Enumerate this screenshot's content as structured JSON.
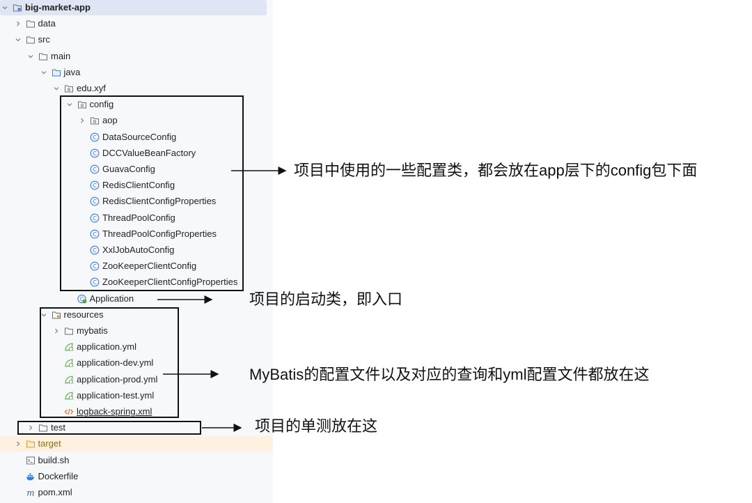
{
  "tree": [
    {
      "label": "big-market-app",
      "icon": "module-folder-icon",
      "chevron": "down",
      "depth": 0,
      "bold": true,
      "root": true
    },
    {
      "label": "data",
      "icon": "folder-icon",
      "chevron": "right",
      "depth": 1
    },
    {
      "label": "src",
      "icon": "folder-icon",
      "chevron": "down",
      "depth": 1
    },
    {
      "label": "main",
      "icon": "folder-icon",
      "chevron": "down",
      "depth": 2
    },
    {
      "label": "java",
      "icon": "source-folder-icon",
      "chevron": "down",
      "depth": 3
    },
    {
      "label": "edu.xyf",
      "icon": "package-icon",
      "chevron": "down",
      "depth": 4
    },
    {
      "label": "config",
      "icon": "package-icon",
      "chevron": "down",
      "depth": 5
    },
    {
      "label": "aop",
      "icon": "package-icon",
      "chevron": "right",
      "depth": 6
    },
    {
      "label": "DataSourceConfig",
      "icon": "class-icon",
      "depth": 6
    },
    {
      "label": "DCCValueBeanFactory",
      "icon": "class-icon",
      "depth": 6
    },
    {
      "label": "GuavaConfig",
      "icon": "class-icon",
      "depth": 6
    },
    {
      "label": "RedisClientConfig",
      "icon": "class-icon",
      "depth": 6
    },
    {
      "label": "RedisClientConfigProperties",
      "icon": "class-icon",
      "depth": 6
    },
    {
      "label": "ThreadPoolConfig",
      "icon": "class-icon",
      "depth": 6
    },
    {
      "label": "ThreadPoolConfigProperties",
      "icon": "class-icon",
      "depth": 6
    },
    {
      "label": "XxlJobAutoConfig",
      "icon": "class-icon",
      "depth": 6
    },
    {
      "label": "ZooKeeperClientConfig",
      "icon": "class-icon",
      "depth": 6
    },
    {
      "label": "ZooKeeperClientConfigProperties",
      "icon": "class-icon",
      "depth": 6
    },
    {
      "label": "Application",
      "icon": "spring-boot-class-icon",
      "depth": 5
    },
    {
      "label": "resources",
      "icon": "resources-folder-icon",
      "chevron": "down",
      "depth": 3
    },
    {
      "label": "mybatis",
      "icon": "folder-icon",
      "chevron": "right",
      "depth": 4
    },
    {
      "label": "application.yml",
      "icon": "spring-config-icon",
      "depth": 4
    },
    {
      "label": "application-dev.yml",
      "icon": "spring-config-icon",
      "depth": 4
    },
    {
      "label": "application-prod.yml",
      "icon": "spring-config-icon",
      "depth": 4
    },
    {
      "label": "application-test.yml",
      "icon": "spring-config-icon",
      "depth": 4
    },
    {
      "label": "logback-spring.xml",
      "icon": "xml-file-icon",
      "depth": 4,
      "underline": true
    },
    {
      "label": "test",
      "icon": "folder-icon",
      "chevron": "right",
      "depth": 2
    },
    {
      "label": "target",
      "icon": "excluded-folder-icon",
      "chevron": "right",
      "depth": 1,
      "excluded": true
    },
    {
      "label": "build.sh",
      "icon": "shell-script-icon",
      "depth": 1
    },
    {
      "label": "Dockerfile",
      "icon": "docker-icon",
      "depth": 1
    },
    {
      "label": "pom.xml",
      "icon": "maven-icon",
      "depth": 1
    }
  ],
  "annotations": {
    "config_note": "项目中使用的一些配置类，都会放在app层下的config包下面",
    "application_note": "项目的启动类，即入口",
    "resources_note": "MyBatis的配置文件以及对应的查询和yml配置文件都放在这",
    "test_note": "项目的单测放在这"
  },
  "colors": {
    "panel_background": "#f7f8fa",
    "selection": "#dfe5f4",
    "excluded_highlight": "#fdf2df",
    "class_icon": "#3d7be0",
    "folder_icon": "#6e6e6e",
    "excluded_folder": "#e39a2e",
    "spring": "#5aa34a",
    "xml_icon": "#e0712d",
    "docker": "#2f7fd6",
    "maven": "#3560b8"
  }
}
